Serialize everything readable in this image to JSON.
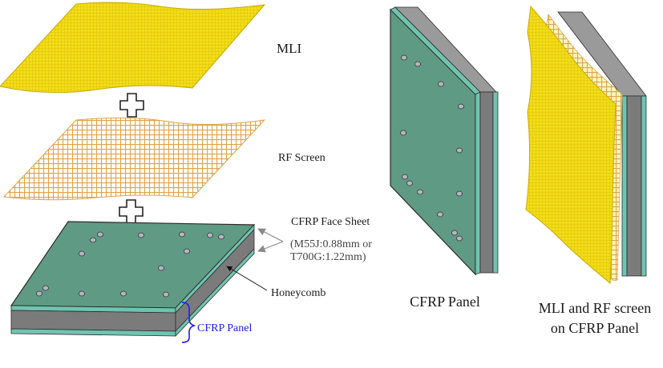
{
  "labels": {
    "mli": "MLI",
    "rf_screen": "RF Screen",
    "face_sheet": "CFRP Face Sheet",
    "face_sheet_spec_1": "(M55J:0.88mm or",
    "face_sheet_spec_2": "T700G:1.22mm)",
    "honeycomb": "Honeycomb",
    "cfrp_panel_bracket": "CFRP Panel",
    "cfrp_panel_caption": "CFRP Panel",
    "mli_rf_caption_1": "MLI and RF screen",
    "mli_rf_caption_2": "on CFRP Panel"
  },
  "colors": {
    "mli_yellow": "#f2de16",
    "mesh_orange": "#e0a24a",
    "panel_green": "#5f9a84",
    "face_sheet_teal": "#6fc4b0",
    "honeycomb_gray": "#7b7b7b",
    "bracket_blue": "#1d1df0"
  }
}
